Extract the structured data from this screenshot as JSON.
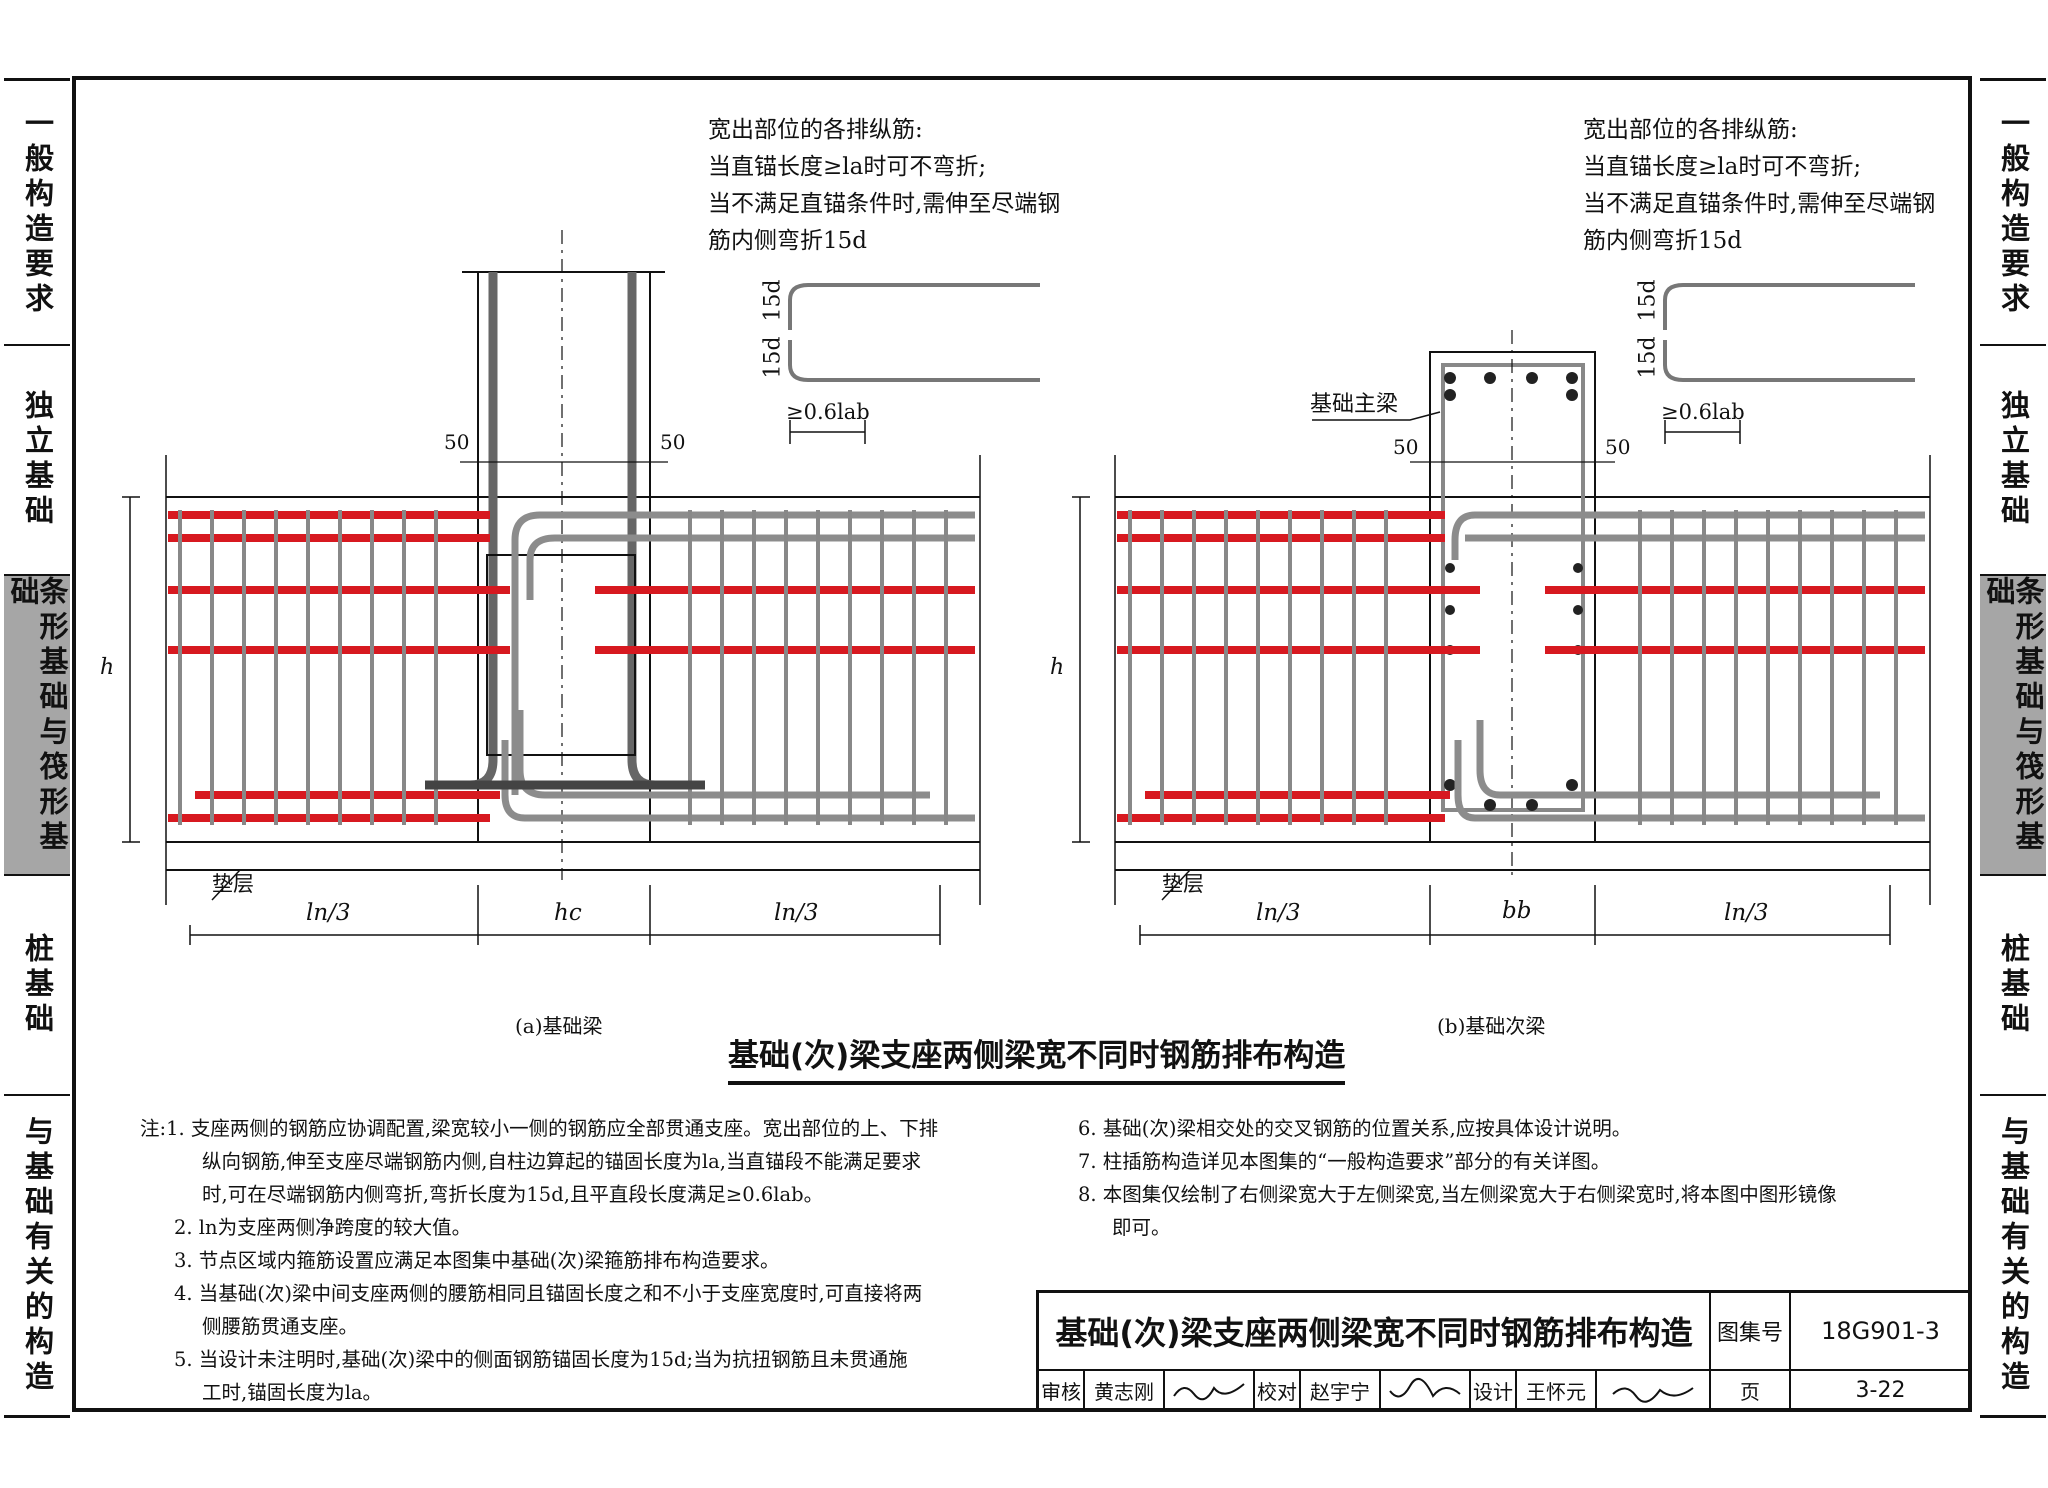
{
  "side_tabs": [
    {
      "label": "一般构造要求",
      "active": false
    },
    {
      "label": "独立基础",
      "active": false
    },
    {
      "label": "条形基础与筏形基础",
      "active": true
    },
    {
      "label": "桩基础",
      "active": false
    },
    {
      "label": "与基础有关的构造",
      "active": false
    }
  ],
  "diagram_a": {
    "callout": [
      "宽出部位的各排纵筋:",
      "当直锚长度≥la时可不弯折;",
      "当不满足直锚条件时,需伸至尽端钢",
      "筋内侧弯折15d"
    ],
    "bend_top": "15d",
    "bend_bottom": "15d",
    "anchor_len": "≥0.6lab",
    "dim_left_50": "50",
    "dim_right_50": "50",
    "height_label": "h",
    "cushion": "垫层",
    "dims": [
      "ln/3",
      "hc",
      "ln/3"
    ],
    "caption": "(a)基础梁"
  },
  "diagram_b": {
    "callout": [
      "宽出部位的各排纵筋:",
      "当直锚长度≥la时可不弯折;",
      "当不满足直锚条件时,需伸至尽端钢",
      "筋内侧弯折15d"
    ],
    "bend_top": "15d",
    "bend_bottom": "15d",
    "anchor_len": "≥0.6lab",
    "main_beam": "基础主梁",
    "dim_left_50": "50",
    "dim_right_50": "50",
    "height_label": "h",
    "cushion": "垫层",
    "dims": [
      "ln/3",
      "bb",
      "ln/3"
    ],
    "caption": "(b)基础次梁"
  },
  "figure_title": "基础(次)梁支座两侧梁宽不同时钢筋排布构造",
  "notes_left": [
    "注:1. 支座两侧的钢筋应协调配置,梁宽较小一侧的钢筋应全部贯通支座。宽出部位的上、下排",
    "纵向钢筋,伸至支座尽端钢筋内侧,自柱边算起的锚固长度为la,当直锚段不能满足要求",
    "时,可在尽端钢筋内侧弯折,弯折长度为15d,且平直段长度满足≥0.6lab。",
    "2. ln为支座两侧净跨度的较大值。",
    "3. 节点区域内箍筋设置应满足本图集中基础(次)梁箍筋排布构造要求。",
    "4. 当基础(次)梁中间支座两侧的腰筋相同且锚固长度之和不小于支座宽度时,可直接将两",
    "侧腰筋贯通支座。",
    "5. 当设计未注明时,基础(次)梁中的侧面钢筋锚固长度为15d;当为抗扭钢筋且未贯通施",
    "工时,锚固长度为la。"
  ],
  "notes_right": [
    "6. 基础(次)梁相交处的交叉钢筋的位置关系,应按具体设计说明。",
    "7. 柱插筋构造详见本图集的“一般构造要求”部分的有关详图。",
    "8. 本图集仅绘制了右侧梁宽大于左侧梁宽,当左侧梁宽大于右侧梁宽时,将本图中图形镜像",
    "即可。"
  ],
  "title_block": {
    "title": "基础(次)梁支座两侧梁宽不同时钢筋排布构造",
    "atlas_label": "图集号",
    "atlas_no": "18G901-3",
    "review_label": "审核",
    "reviewer": "黄志刚",
    "check_label": "校对",
    "checker": "赵宇宁",
    "design_label": "设计",
    "designer": "王怀元",
    "page_label": "页",
    "page_no": "3-22"
  },
  "colors": {
    "rebar_red": "#d71920",
    "rebar_grey": "#8c8c8c",
    "line": "#111111",
    "tab_active": "#a6a6a6"
  }
}
